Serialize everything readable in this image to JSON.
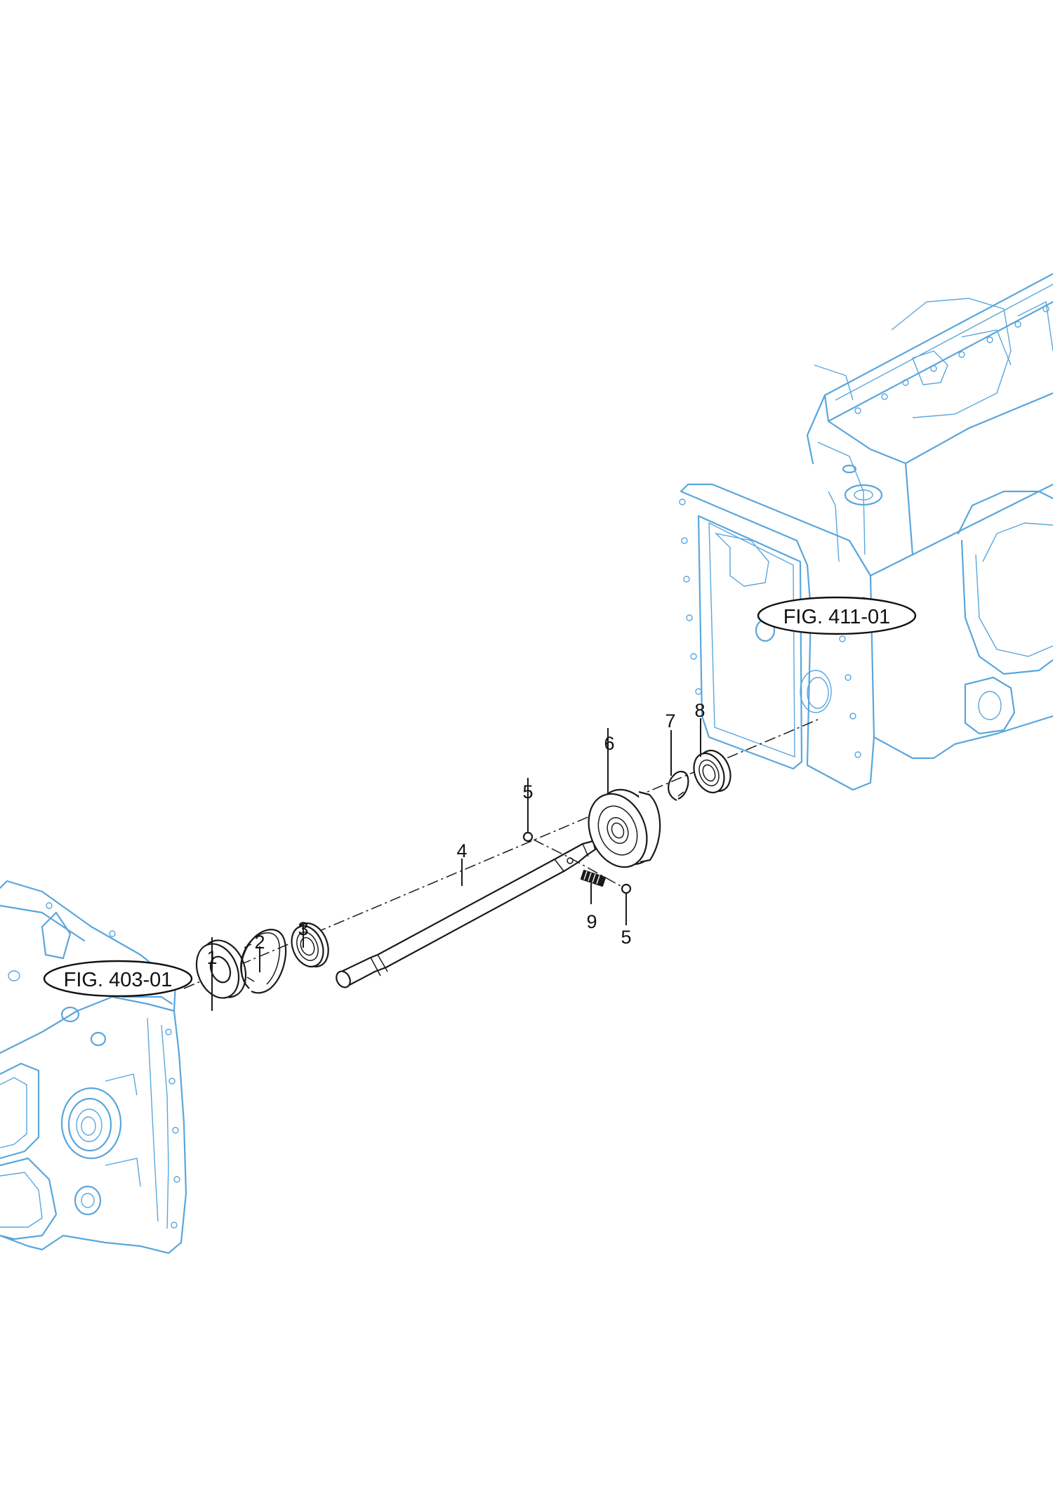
{
  "callouts": {
    "c1": "1",
    "c2": "2",
    "c3": "3",
    "c4": "4",
    "c5a": "5",
    "c5b": "5",
    "c6": "6",
    "c7": "7",
    "c8": "8",
    "c9": "9"
  },
  "figure_refs": {
    "left": "FIG. 403-01",
    "right": "FIG. 411-01"
  },
  "colors": {
    "housing_outline": "#5aa6dc",
    "part_outline": "#1a1a1a",
    "background": "#ffffff"
  }
}
